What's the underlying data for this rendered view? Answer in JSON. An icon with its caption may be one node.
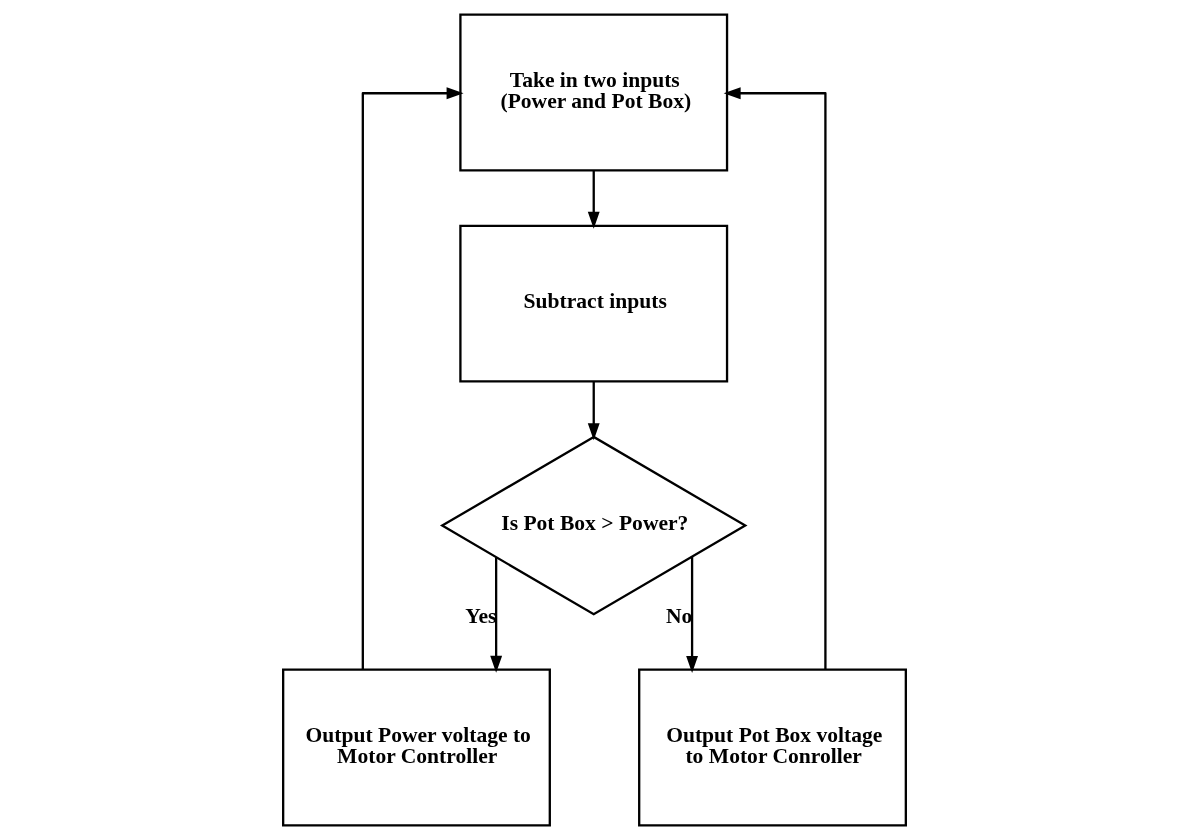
{
  "diagram": {
    "nodes": [
      {
        "text": [
          "Take in two inputs (Power and Pot Box)"
        ]
      },
      {
        "text": [
          "Subtract inputs"
        ]
      },
      {
        "text": [
          "Is Pot Box > Power?"
        ]
      },
      {
        "text": [
          "Output Power voltage to Motor Controller"
        ]
      },
      {
        "text": [
          "Output Pot Box voltage to Motor Conroller"
        ]
      }
    ],
    "edges": [
      {
        "from": 0,
        "to": 1,
        "arrow": "to"
      },
      {
        "from": 1,
        "to": 2,
        "arrow": "to"
      },
      {
        "from": 2,
        "to": 3,
        "label": "Yes",
        "arrow": "to"
      },
      {
        "from": 2,
        "to": 4,
        "label": "No",
        "arrow": "to"
      },
      {
        "from": 3,
        "to": 0,
        "arrow": "to"
      },
      {
        "from": 4,
        "to": 0,
        "arrow": "to"
      }
    ]
  }
}
